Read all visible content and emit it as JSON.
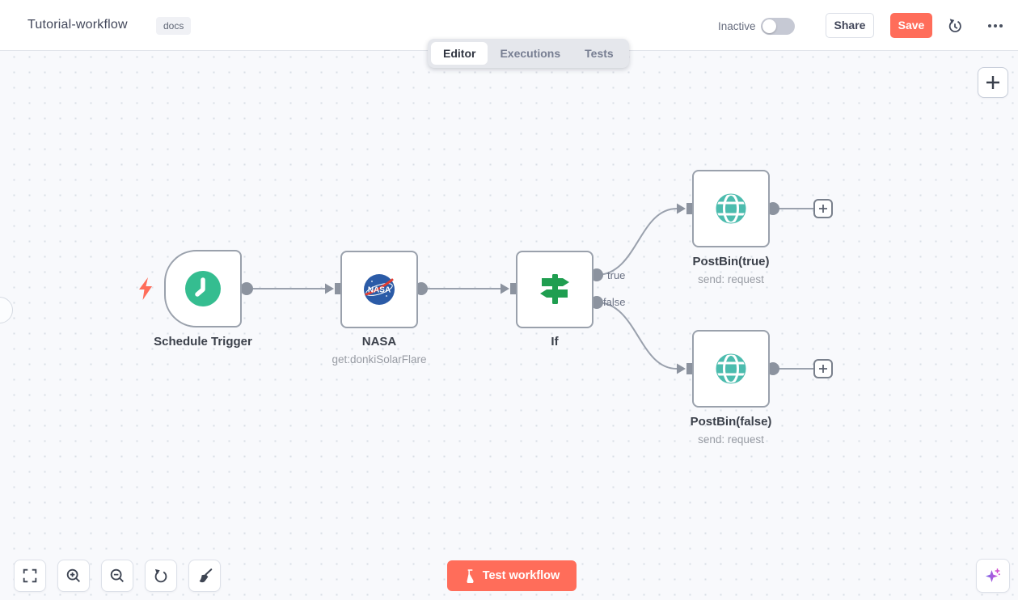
{
  "header": {
    "title": "Tutorial-workflow",
    "tag": "docs",
    "status": "Inactive",
    "share": "Share",
    "save": "Save"
  },
  "tabs": {
    "editor": "Editor",
    "executions": "Executions",
    "tests": "Tests"
  },
  "nodes": [
    {
      "title": "Schedule Trigger",
      "subtitle": ""
    },
    {
      "title": "NASA",
      "subtitle": "get:donkiSolarFlare"
    },
    {
      "title": "If",
      "subtitle": ""
    },
    {
      "title": "PostBin(true)",
      "subtitle": "send: request"
    },
    {
      "title": "PostBin(false)",
      "subtitle": "send: request"
    }
  ],
  "connections": {
    "true_label": "true",
    "false_label": "false"
  },
  "footer": {
    "test_workflow": "Test workflow"
  },
  "colors": {
    "accent": "#ff6d5a",
    "trigger_green": "#35bd90",
    "if_green": "#1f9e50",
    "globe_teal": "#4cbcae",
    "nasa_blue": "#2b5ba7",
    "nasa_red": "#e03c31",
    "connector_gray": "#9aa1ad"
  }
}
